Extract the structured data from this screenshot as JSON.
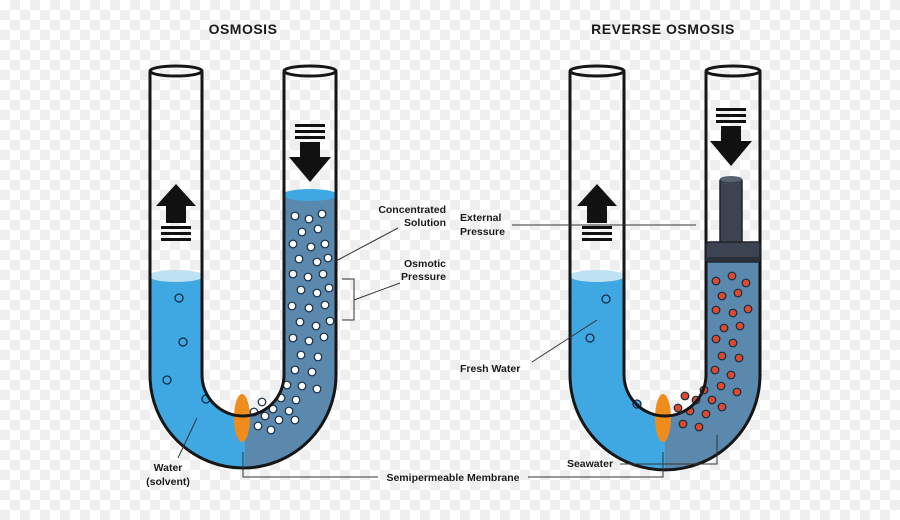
{
  "titles": {
    "left": "OSMOSIS",
    "right": "REVERSE OSMOSIS"
  },
  "labels": {
    "concentrated_line1": "Concentrated",
    "concentrated_line2": "Solution",
    "osmotic_line1": "Osmotic",
    "osmotic_line2": "Pressure",
    "external_line1": "External",
    "external_line2": "Pressure",
    "fresh_water": "Fresh Water",
    "water_line1": "Water",
    "water_line2": "(solvent)",
    "seawater": "Seawater",
    "membrane": "Semipermeable Membrane"
  },
  "colors": {
    "fresh_water": "#3fa8e2",
    "solution": "#5b89ad",
    "membrane": "#f08c1c",
    "solute_white": "#ffffff",
    "solute_red": "#e04a2b",
    "piston": "#3b4450",
    "outline": "#161616"
  },
  "icons": {
    "arrow_up": "arrow-up-icon",
    "arrow_down": "arrow-down-icon"
  }
}
